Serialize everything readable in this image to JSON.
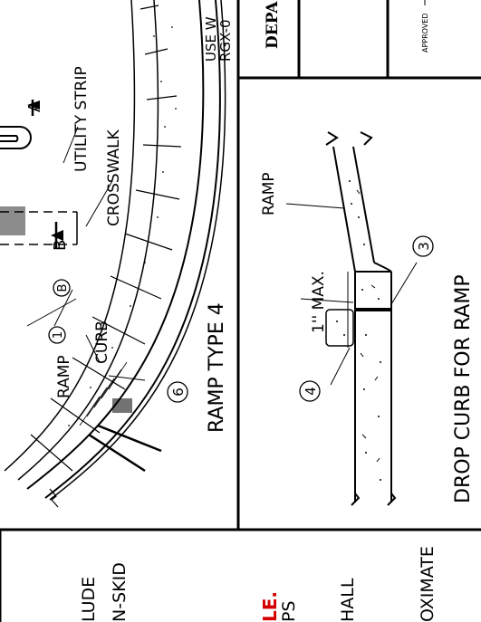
{
  "notes": {
    "fragments": [
      "LUDE",
      "N-SKID",
      "LE.",
      "PS",
      "HALL",
      "OXIMATE"
    ]
  },
  "ramp_type_4": {
    "title": "RAMP TYPE 4",
    "labels": {
      "utility_strip": "UTILITY STRIP",
      "crosswalk": "CROSSWALK",
      "curb": "CURB",
      "ramp": "RAMP",
      "section_a": "A",
      "section_b": "B",
      "callout_1": "1",
      "callout_b": "B",
      "callout_6": "6"
    }
  },
  "drop_curb": {
    "title": "DROP CURB FOR RAMP",
    "labels": {
      "ramp": "RAMP",
      "max_height": "1'' MAX.",
      "callout_3": "3",
      "callout_4": "4"
    }
  },
  "title_block": {
    "use_line1": "USE W",
    "use_line2": "RGX-0",
    "department": "DEPA",
    "approved": "APPROVED"
  }
}
